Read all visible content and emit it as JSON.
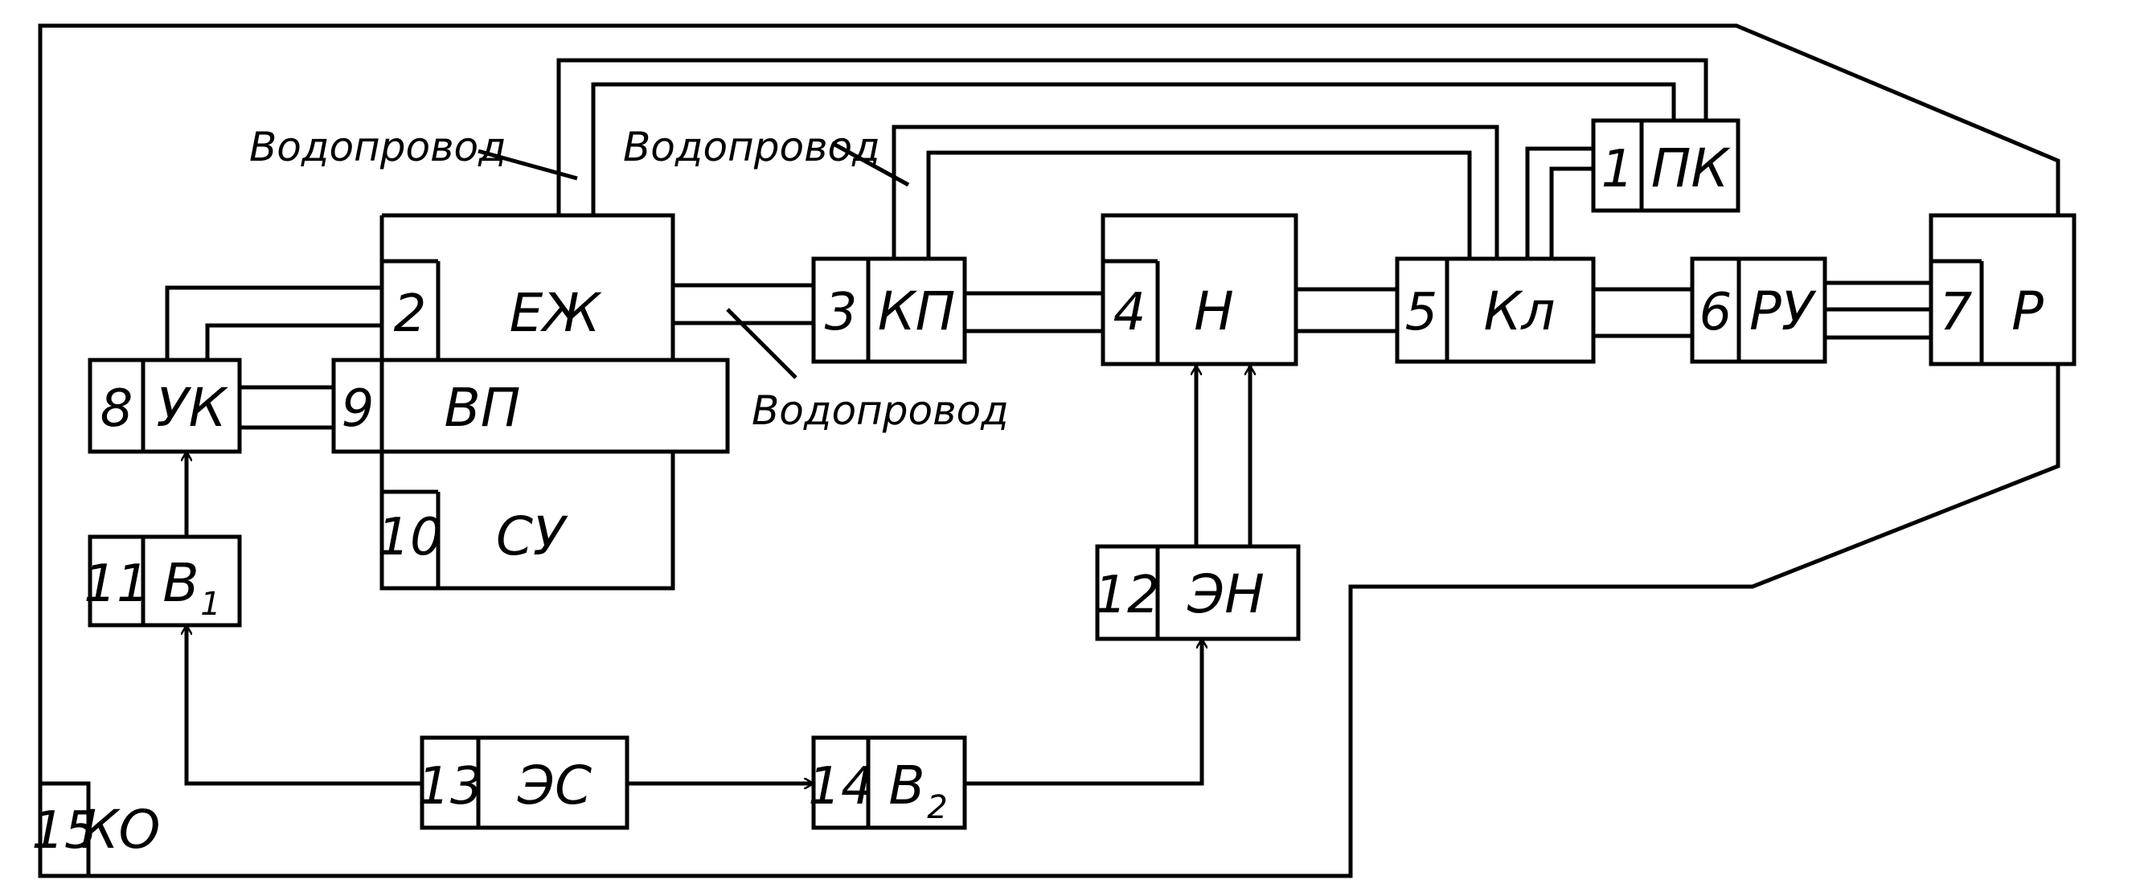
{
  "enclosure": {
    "num": "15",
    "label": "КО"
  },
  "pipe_label": "Водопровод",
  "blocks": {
    "b1": {
      "num": "1",
      "label": "ПК"
    },
    "b2": {
      "num": "2",
      "label": "ЕЖ"
    },
    "b3": {
      "num": "3",
      "label": "КП"
    },
    "b4": {
      "num": "4",
      "label": "Н"
    },
    "b5": {
      "num": "5",
      "label": "Кл"
    },
    "b6": {
      "num": "6",
      "label": "РУ"
    },
    "b7": {
      "num": "7",
      "label": "Р"
    },
    "b8": {
      "num": "8",
      "label": "УК"
    },
    "b9": {
      "num": "9",
      "label": "ВП"
    },
    "b10": {
      "num": "10",
      "label": "СУ"
    },
    "b11": {
      "num": "11",
      "label": "В",
      "sub": "1"
    },
    "b12": {
      "num": "12",
      "label": "ЭН"
    },
    "b13": {
      "num": "13",
      "label": "ЭС"
    },
    "b14": {
      "num": "14",
      "label": "В",
      "sub": "2"
    }
  }
}
